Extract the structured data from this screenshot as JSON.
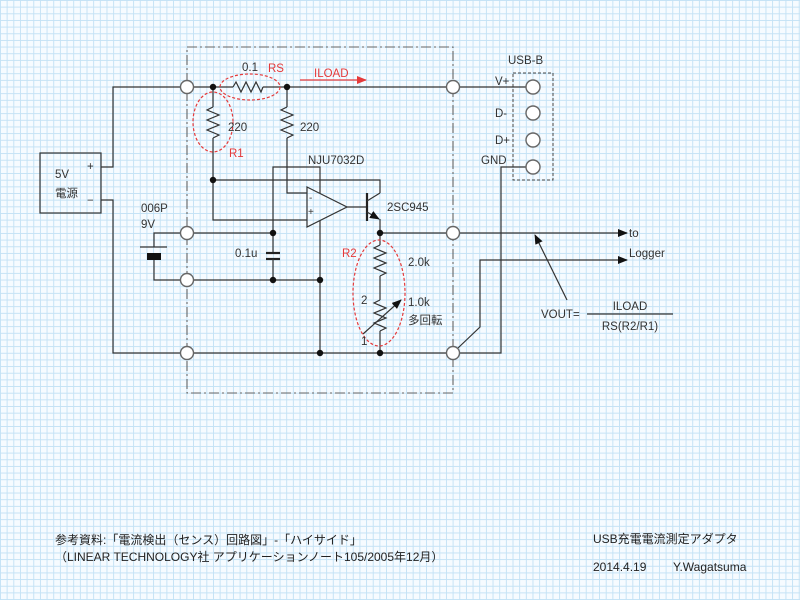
{
  "power_supply": {
    "voltage": "5V",
    "label": "電源",
    "plus": "+",
    "minus": "−"
  },
  "battery": {
    "type": "006P",
    "voltage": "9V"
  },
  "current_label": "ILOAD",
  "components": {
    "rs": {
      "value": "0.1",
      "label": "RS"
    },
    "r1": {
      "value": "220",
      "label": "R1"
    },
    "r_inv": {
      "value": "220"
    },
    "opamp": {
      "part": "NJU7032D",
      "inv_input": "-",
      "noninv_input": "+"
    },
    "transistor": {
      "part": "2SC945"
    },
    "capacitor": {
      "value": "0.1u"
    },
    "r2": {
      "label": "R2",
      "fixed_value": "2.0k",
      "pot_value": "1.0k",
      "pot_note": "多回転",
      "pot_pin2": "2",
      "pot_pin1": "1"
    }
  },
  "usb": {
    "label": "USB-B",
    "pins": [
      "V+",
      "D-",
      "D+",
      "GND"
    ]
  },
  "output": {
    "to": "to",
    "logger": "Logger"
  },
  "formula": {
    "lhs": "VOUT=",
    "numerator": "ILOAD",
    "denominator": "RS(R2/R1)"
  },
  "reference": {
    "line1": "参考資料:「電流検出（センス）回路図」-「ハイサイド」",
    "line2": "（LINEAR TECHNOLOGY社 アプリケーションノート105/2005年12月）"
  },
  "title_block": {
    "title": "USB充電電流測定アダプタ",
    "date": "2014.4.19",
    "author": "Y.Wagatsuma"
  }
}
